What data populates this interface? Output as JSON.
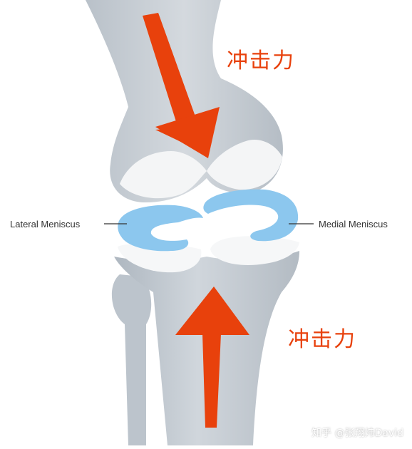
{
  "labels": {
    "lateral_meniscus": "Lateral Meniscus",
    "medial_meniscus": "Medial Meniscus",
    "impact_force_top": "冲击力",
    "impact_force_bottom": "冲击力"
  },
  "watermark": "知乎 @张翔炜David",
  "colors": {
    "bone": "#cdd3d9",
    "bone_shadow": "#aab2ba",
    "cartilage": "#f6f7f8",
    "meniscus": "#8cc7ee",
    "arrow": "#e8410c",
    "force_text": "#e8410c",
    "label_text": "#333333"
  },
  "icons": {
    "force_arrow": "arrow-icon"
  }
}
